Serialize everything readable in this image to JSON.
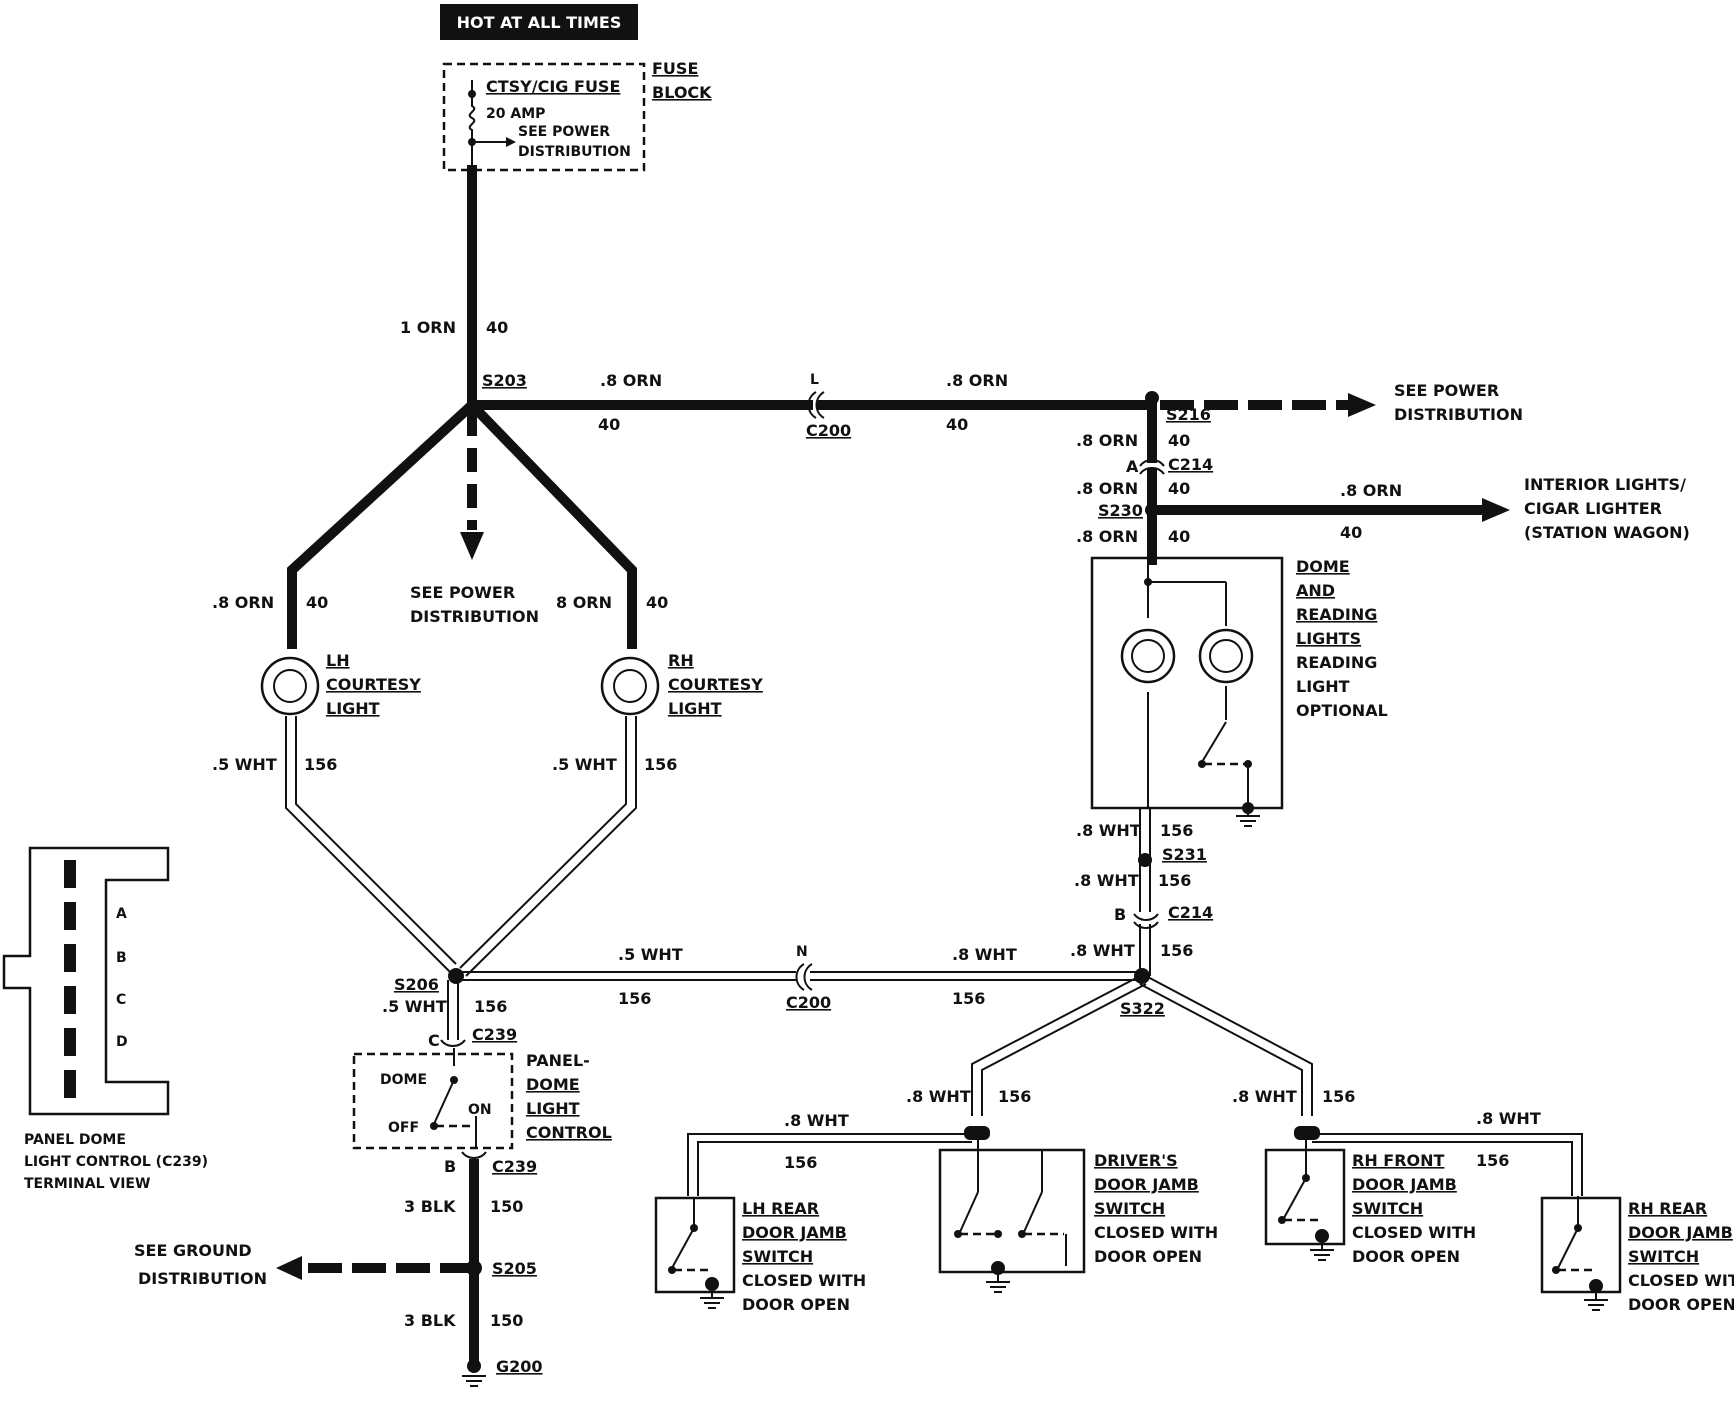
{
  "header": {
    "hot_at_all_times": "HOT AT ALL TIMES"
  },
  "fuse_block": {
    "title_line1": "FUSE",
    "title_line2": "BLOCK",
    "fuse_name": "CTSY/CIG FUSE",
    "fuse_rating": "20 AMP",
    "see_line1": "SEE POWER",
    "see_line2": "DISTRIBUTION"
  },
  "wire_labels": {
    "main_orn": "1 ORN",
    "circuit_40": "40",
    "orn_08": ".8 ORN",
    "orn_08_alt": "8 ORN",
    "wht_05": ".5 WHT",
    "wht_08": ".8 WHT",
    "circuit_156": "156",
    "blk_3": "3 BLK",
    "circuit_150": "150"
  },
  "splices": {
    "s203": "S203",
    "s216": "S216",
    "s230": "S230",
    "s231": "S231",
    "s206": "S206",
    "s322": "S322",
    "s205": "S205"
  },
  "connectors": {
    "c200": "C200",
    "c214": "C214",
    "c239": "C239",
    "pin_l": "L",
    "pin_a": "A",
    "pin_b": "B",
    "pin_n": "N",
    "pin_c": "C"
  },
  "grounds": {
    "g200": "G200"
  },
  "see_power_dist": {
    "line1": "SEE POWER",
    "line2": "DISTRIBUTION"
  },
  "see_ground_dist": {
    "line1": "SEE GROUND",
    "line2": "DISTRIBUTION"
  },
  "interior_lights": {
    "line1": "INTERIOR LIGHTS/",
    "line2": "CIGAR LIGHTER",
    "line3": "(STATION WAGON)"
  },
  "lh_courtesy": {
    "line1": "LH",
    "line2": "COURTESY",
    "line3": "LIGHT"
  },
  "rh_courtesy": {
    "line1": "RH",
    "line2": "COURTESY",
    "line3": "LIGHT"
  },
  "dome_reading": {
    "line1": "DOME",
    "line2": "AND",
    "line3": "READING",
    "line4": "LIGHTS",
    "line5": "READING",
    "line6": "LIGHT",
    "line7": "OPTIONAL"
  },
  "panel_dome_control": {
    "line1": "PANEL-",
    "line2": "DOME",
    "line3": "LIGHT",
    "line4": "CONTROL",
    "pos_dome": "DOME",
    "pos_on": "ON",
    "pos_off": "OFF"
  },
  "terminal_view": {
    "line1": "PANEL DOME",
    "line2": "LIGHT CONTROL (C239)",
    "line3": "TERMINAL VIEW",
    "pin_a": "A",
    "pin_b": "B",
    "pin_c": "C",
    "pin_d": "D"
  },
  "lh_rear_switch": {
    "line1": "LH REAR",
    "line2": "DOOR JAMB",
    "line3": "SWITCH",
    "line4": "CLOSED WITH",
    "line5": "DOOR OPEN"
  },
  "driver_switch": {
    "line1": "DRIVER'S",
    "line2": "DOOR JAMB",
    "line3": "SWITCH",
    "line4": "CLOSED WITH",
    "line5": "DOOR OPEN"
  },
  "rh_front_switch": {
    "line1": "RH FRONT",
    "line2": "DOOR JAMB",
    "line3": "SWITCH",
    "line4": "CLOSED WITH",
    "line5": "DOOR OPEN"
  },
  "rh_rear_switch": {
    "line1": "RH REAR",
    "line2": "DOOR JAMB",
    "line3": "SWITCH",
    "line4": "CLOSED WITH",
    "line5": "DOOR OPEN"
  }
}
